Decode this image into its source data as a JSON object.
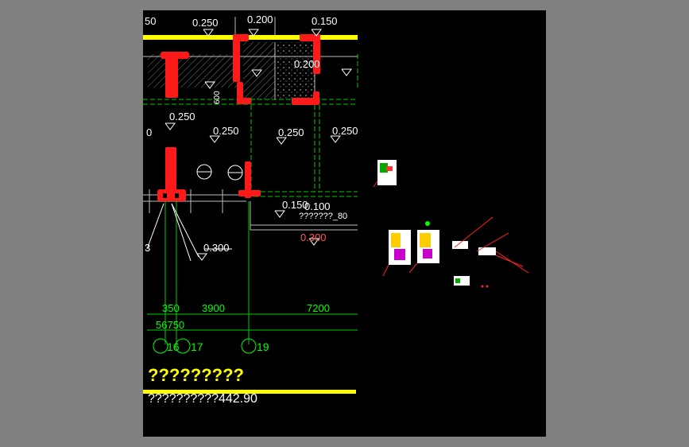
{
  "drawing": {
    "level_labels": [
      {
        "id": "lv-top-left",
        "text": "0.250"
      },
      {
        "id": "lv-top-mid",
        "text": "0.200"
      },
      {
        "id": "lv-top-right",
        "text": "0.150"
      },
      {
        "id": "lv-right-upper",
        "text": "0.200"
      },
      {
        "id": "lv-mid-left",
        "text": "0.250"
      },
      {
        "id": "lv-mid-2",
        "text": "0.250"
      },
      {
        "id": "lv-mid-3",
        "text": "0.250"
      },
      {
        "id": "lv-mid-4",
        "text": "0.250"
      },
      {
        "id": "lv-lower-1",
        "text": "0.150"
      },
      {
        "id": "lv-lower-2",
        "text": "0.100"
      },
      {
        "id": "lv-lower-3",
        "text": "0.300"
      },
      {
        "id": "lv-left-low",
        "text": "0.300"
      }
    ],
    "note_text": "???????_80",
    "vertical_dim": "600",
    "edge_left_top": "50",
    "edge_left_mid": "0",
    "edge_left_low": "3",
    "dimensions": {
      "d1": "350",
      "d2": "3900",
      "d3": "7200",
      "total": "56750"
    },
    "axes": [
      {
        "label": "16"
      },
      {
        "label": "17"
      },
      {
        "label": "19"
      }
    ],
    "title": "?????????",
    "subtitle": "??????????442.90"
  },
  "colors": {
    "background": "#000000",
    "frame": "#808080",
    "wall": "#ff0000",
    "dimension": "#00ff00",
    "title": "#ffff00",
    "text": "#ffffff"
  }
}
